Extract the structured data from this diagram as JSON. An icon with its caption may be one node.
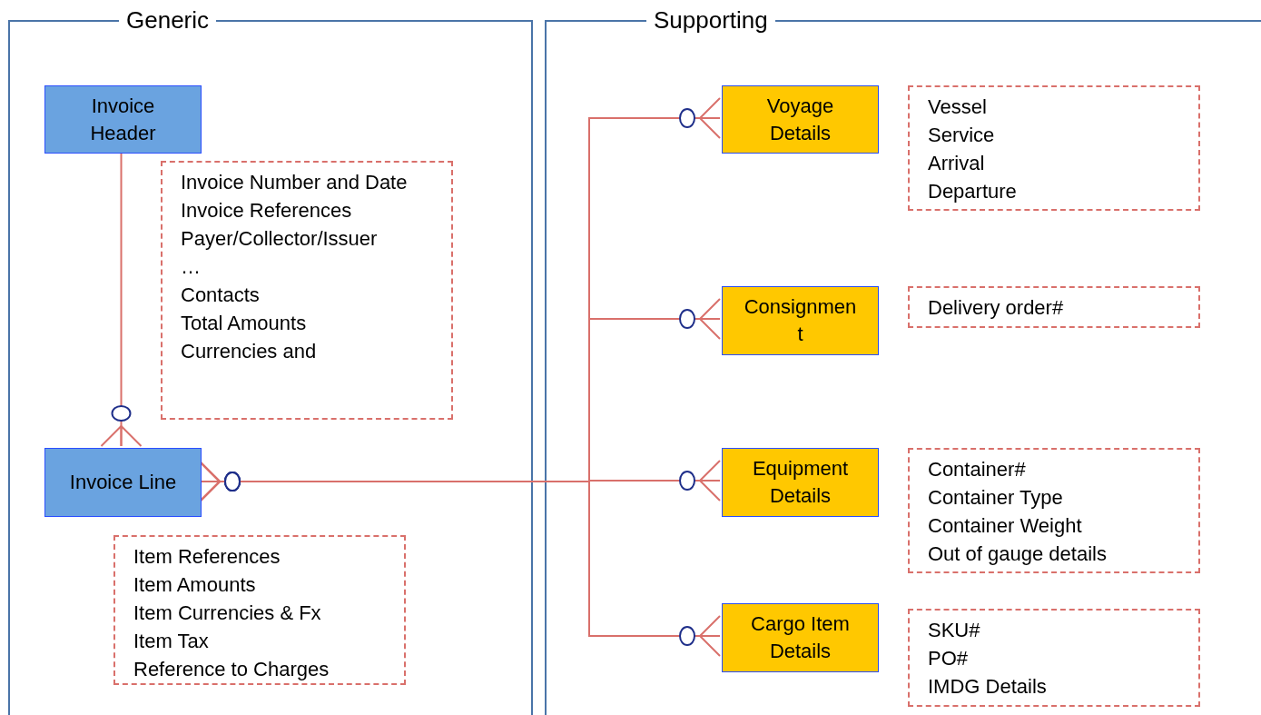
{
  "diagram": {
    "nodes": [
      {
        "text": [
          "Generic"
        ]
      },
      {
        "text": [
          "Supporting"
        ]
      },
      {
        "text": [
          "Invoice Header"
        ],
        "in": 0
      },
      {
        "text": [
          "Invoice Number and Date",
          "Invoice References",
          "Payer/Collector/Issuer",
          "…",
          "Contacts",
          "Total Amounts",
          "Currencies and"
        ],
        "in": 0
      },
      {
        "text": [
          "Invoice Line"
        ],
        "in": 0
      },
      {
        "text": [
          "Item References",
          "Item Amounts",
          "Item Currencies & Fx",
          "Item Tax",
          "Reference to Charges"
        ],
        "in": 0
      },
      {
        "text": [
          "Voyage Details"
        ],
        "in": 1
      },
      {
        "text": [
          "Vessel",
          "Service",
          "Arrival",
          "Departure"
        ],
        "in": 1
      },
      {
        "text": [
          "Consignment"
        ],
        "in": 1
      },
      {
        "text": [
          "Delivery order#"
        ],
        "in": 1
      },
      {
        "text": [
          "Equipment Details"
        ],
        "in": 1
      },
      {
        "text": [
          "Container#",
          "Container Type",
          "Container Weight",
          "Out of gauge details"
        ],
        "in": 1
      },
      {
        "text": [
          "Cargo Item Details"
        ],
        "in": 1
      },
      {
        "text": [
          "SKU#",
          "PO#",
          "IMDG Details"
        ],
        "in": 1
      }
    ],
    "edges": [
      {
        "from": 2,
        "to": 4,
        "arrow": "other"
      },
      {
        "from": 4,
        "to": 6,
        "arrow": "other"
      },
      {
        "from": 4,
        "to": 8,
        "arrow": "other"
      },
      {
        "from": 4,
        "to": 10,
        "arrow": "other"
      },
      {
        "from": 4,
        "to": 12,
        "arrow": "other"
      }
    ]
  }
}
